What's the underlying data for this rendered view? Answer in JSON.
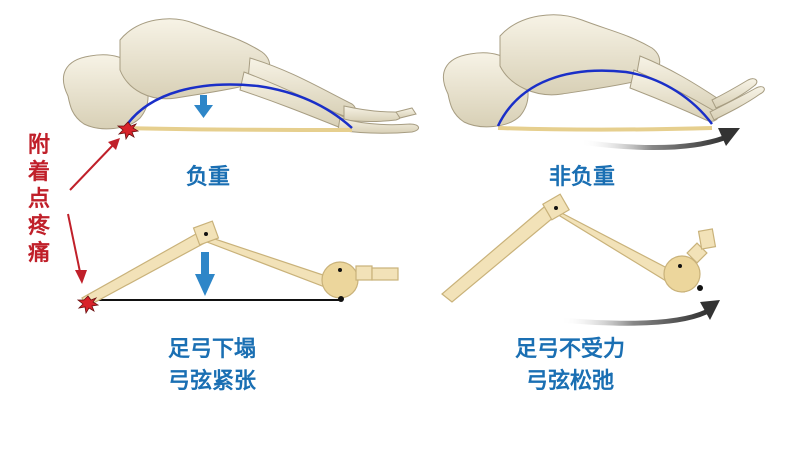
{
  "left_panel": {
    "top_label": "负重",
    "bottom_label_line1": "足弓下塌",
    "bottom_label_line2": "弓弦紧张"
  },
  "right_panel": {
    "top_label": "非负重",
    "bottom_label_line1": "足弓不受力",
    "bottom_label_line2": "弓弦松弛"
  },
  "annotation": {
    "pain_chars": [
      "附",
      "着",
      "点",
      "疼",
      "痛"
    ]
  },
  "colors": {
    "label_blue": "#1a6fb3",
    "arch_line": "#1a2fc8",
    "pain_red": "#c0202a",
    "bone": "#ece6d2",
    "plank": "#f2e2b8",
    "plank_stroke": "#c9b27a",
    "arrow_blue": "#2e86c8"
  }
}
